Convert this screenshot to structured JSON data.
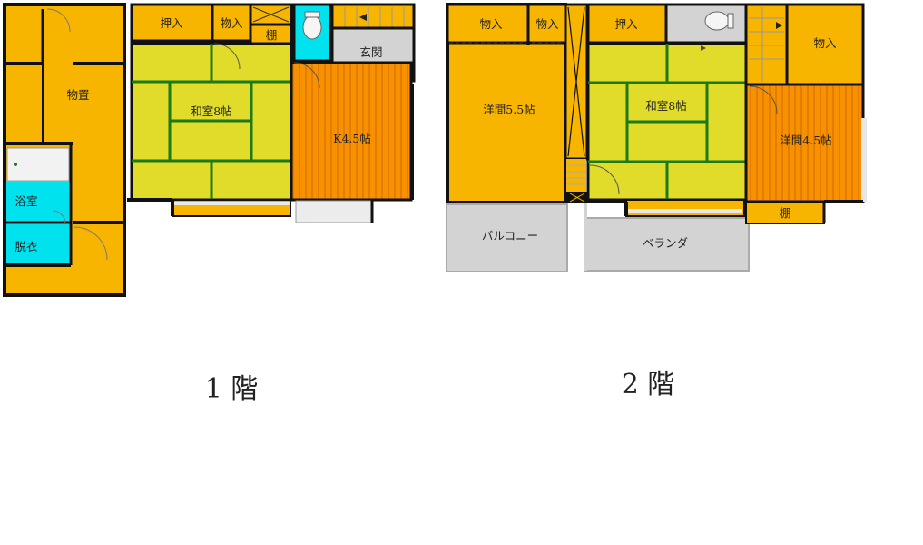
{
  "colors": {
    "storage": "#f7b500",
    "tatami": "#e1db2a",
    "tatami_border": "#1c7a10",
    "wood_floor": "#f79100",
    "wood_line": "#e07600",
    "water": "#00e2ee",
    "tile": "#d3d3d3",
    "wall": "#111111",
    "window": "#e8e8e8"
  },
  "floor1": {
    "title": "1 階",
    "rooms": {
      "storeroom": "物置",
      "closet_oshiire": "押入",
      "closet_monoire": "物入",
      "shelf": "棚",
      "washitsu": "和室8帖",
      "kitchen": "K4.5帖",
      "entrance": "玄関",
      "bathroom": "浴室",
      "dressing": "脱衣"
    }
  },
  "floor2": {
    "title": "2 階",
    "rooms": {
      "closet_a": "物入",
      "closet_b": "物入",
      "oshiire": "押入",
      "western_55": "洋間5.5帖",
      "washitsu": "和室8帖",
      "western_45": "洋間4.5帖",
      "closet_c": "物入",
      "shelf": "棚",
      "balcony": "バルコニー",
      "veranda": "ベランダ"
    }
  }
}
